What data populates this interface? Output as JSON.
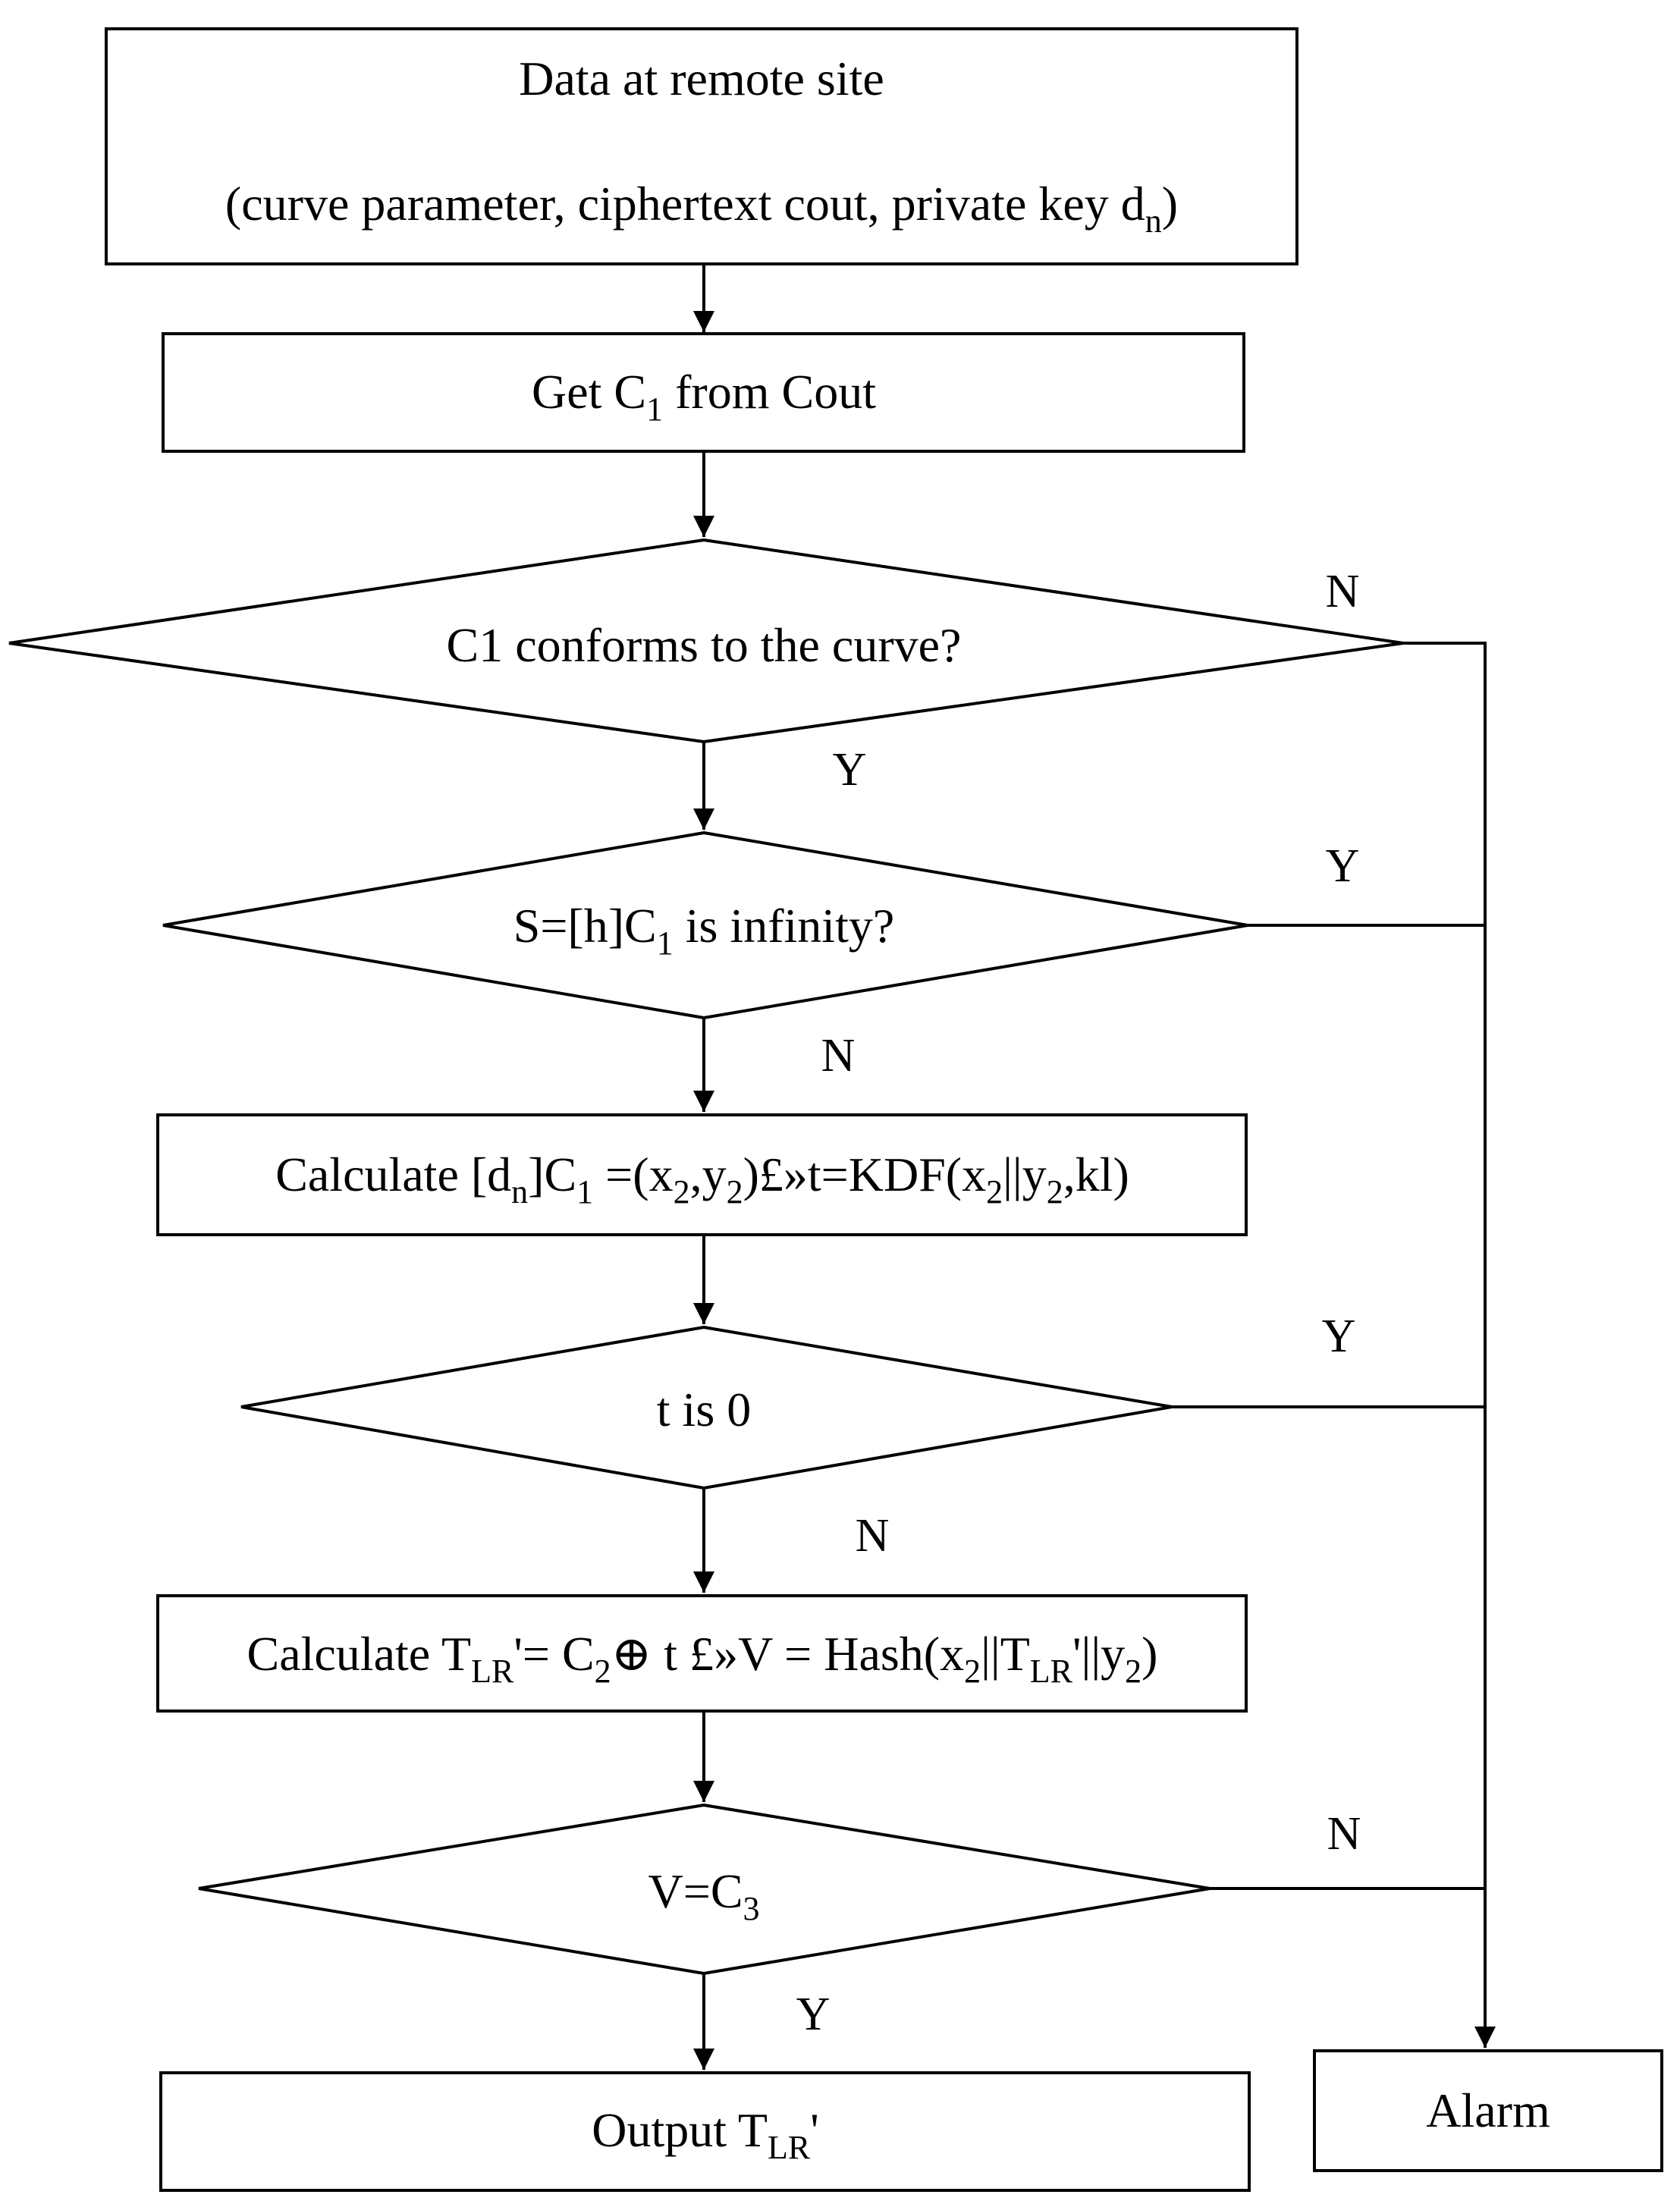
{
  "start": {
    "line1": "Data at remote site",
    "line2_prefix": "(curve parameter, ciphertext cout, private key d",
    "line2_sub": "n",
    "line2_suffix": ")"
  },
  "step_get_c1": {
    "prefix": "Get C",
    "sub": "1",
    "suffix": " from Cout"
  },
  "decision_curve": {
    "text": "C1 conforms to the curve?",
    "yes": "Y",
    "no": "N"
  },
  "decision_infinity": {
    "prefix": "S=[h]C",
    "sub": "1",
    "suffix": " is infinity?",
    "yes": "Y",
    "no": "N"
  },
  "step_calc_kdf": {
    "t1": "Calculate [d",
    "s1": "n",
    "t2": "]C",
    "s2": "1",
    "t3": " =(x",
    "s3": "2",
    "t4": ",y",
    "s4": "2",
    "t5": ")£»t=KDF(x",
    "s5": "2",
    "t6": "||y",
    "s6": "2",
    "t7": ",kl)"
  },
  "decision_t_zero": {
    "text": "t is 0",
    "yes": "Y",
    "no": "N"
  },
  "step_calc_hash": {
    "t1": "Calculate T",
    "s1": "LR",
    "t2": "'= C",
    "s2": "2",
    "t3": "⊕ t £»V = Hash(x",
    "s3": "2",
    "t4": "||T",
    "s4": "LR",
    "t5": "'||y",
    "s5": "2",
    "t6": ")"
  },
  "decision_v_c3": {
    "prefix": "V=C",
    "sub": "3",
    "yes": "Y",
    "no": "N"
  },
  "output": {
    "prefix": "Output T",
    "sub": "LR",
    "suffix": "'"
  },
  "alarm": {
    "label": "Alarm"
  }
}
